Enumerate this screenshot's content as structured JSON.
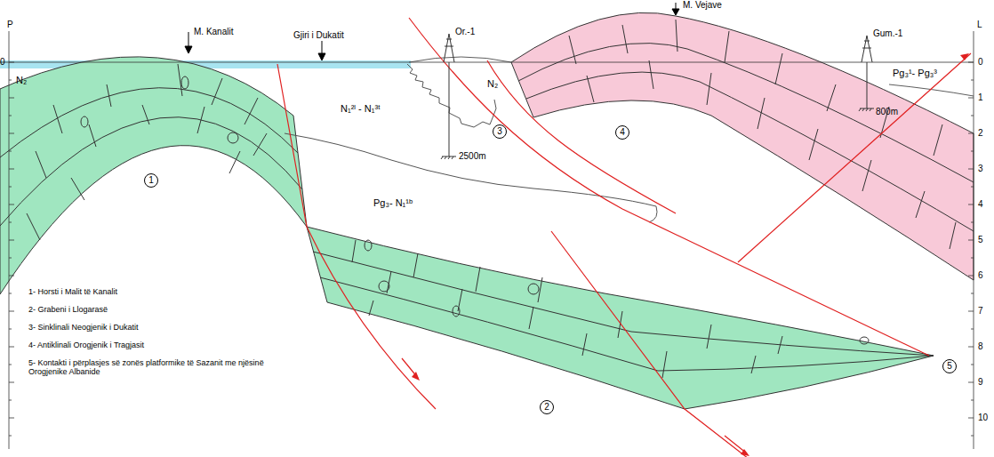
{
  "diagram": {
    "nodes": [
      {
        "text": [
          "1"
        ]
      },
      {
        "text": [
          "2"
        ]
      },
      {
        "text": [
          "3"
        ]
      },
      {
        "text": [
          "4"
        ]
      },
      {
        "text": [
          "5"
        ]
      }
    ],
    "labels": [
      "P",
      "L",
      "0",
      "0",
      "1",
      "2",
      "3",
      "4",
      "5",
      "6",
      "7",
      "8",
      "9",
      "10",
      "M. Kanalit",
      "Gjiri i Dukatit",
      "Or.-1",
      "M. Vejave",
      "Gum.-1",
      "N₂",
      "N₁²ˡ - N₁³ᵗ",
      "N₂",
      "Pg₃¹- Pg₃³",
      "800m",
      "2500m",
      "Pg₃- N₁¹ᵇ",
      "1- Horsti i Malit të Kanalit",
      "2- Grabeni i Llogarasë",
      "3- Sinklinali Neogjenik i Dukatit",
      "4- Antiklinali Orogjenik i Tragjasit",
      "5- Kontakti i përplasjes së zonës platformike të Sazanit me njësinë Orogjenike Albanide"
    ]
  }
}
